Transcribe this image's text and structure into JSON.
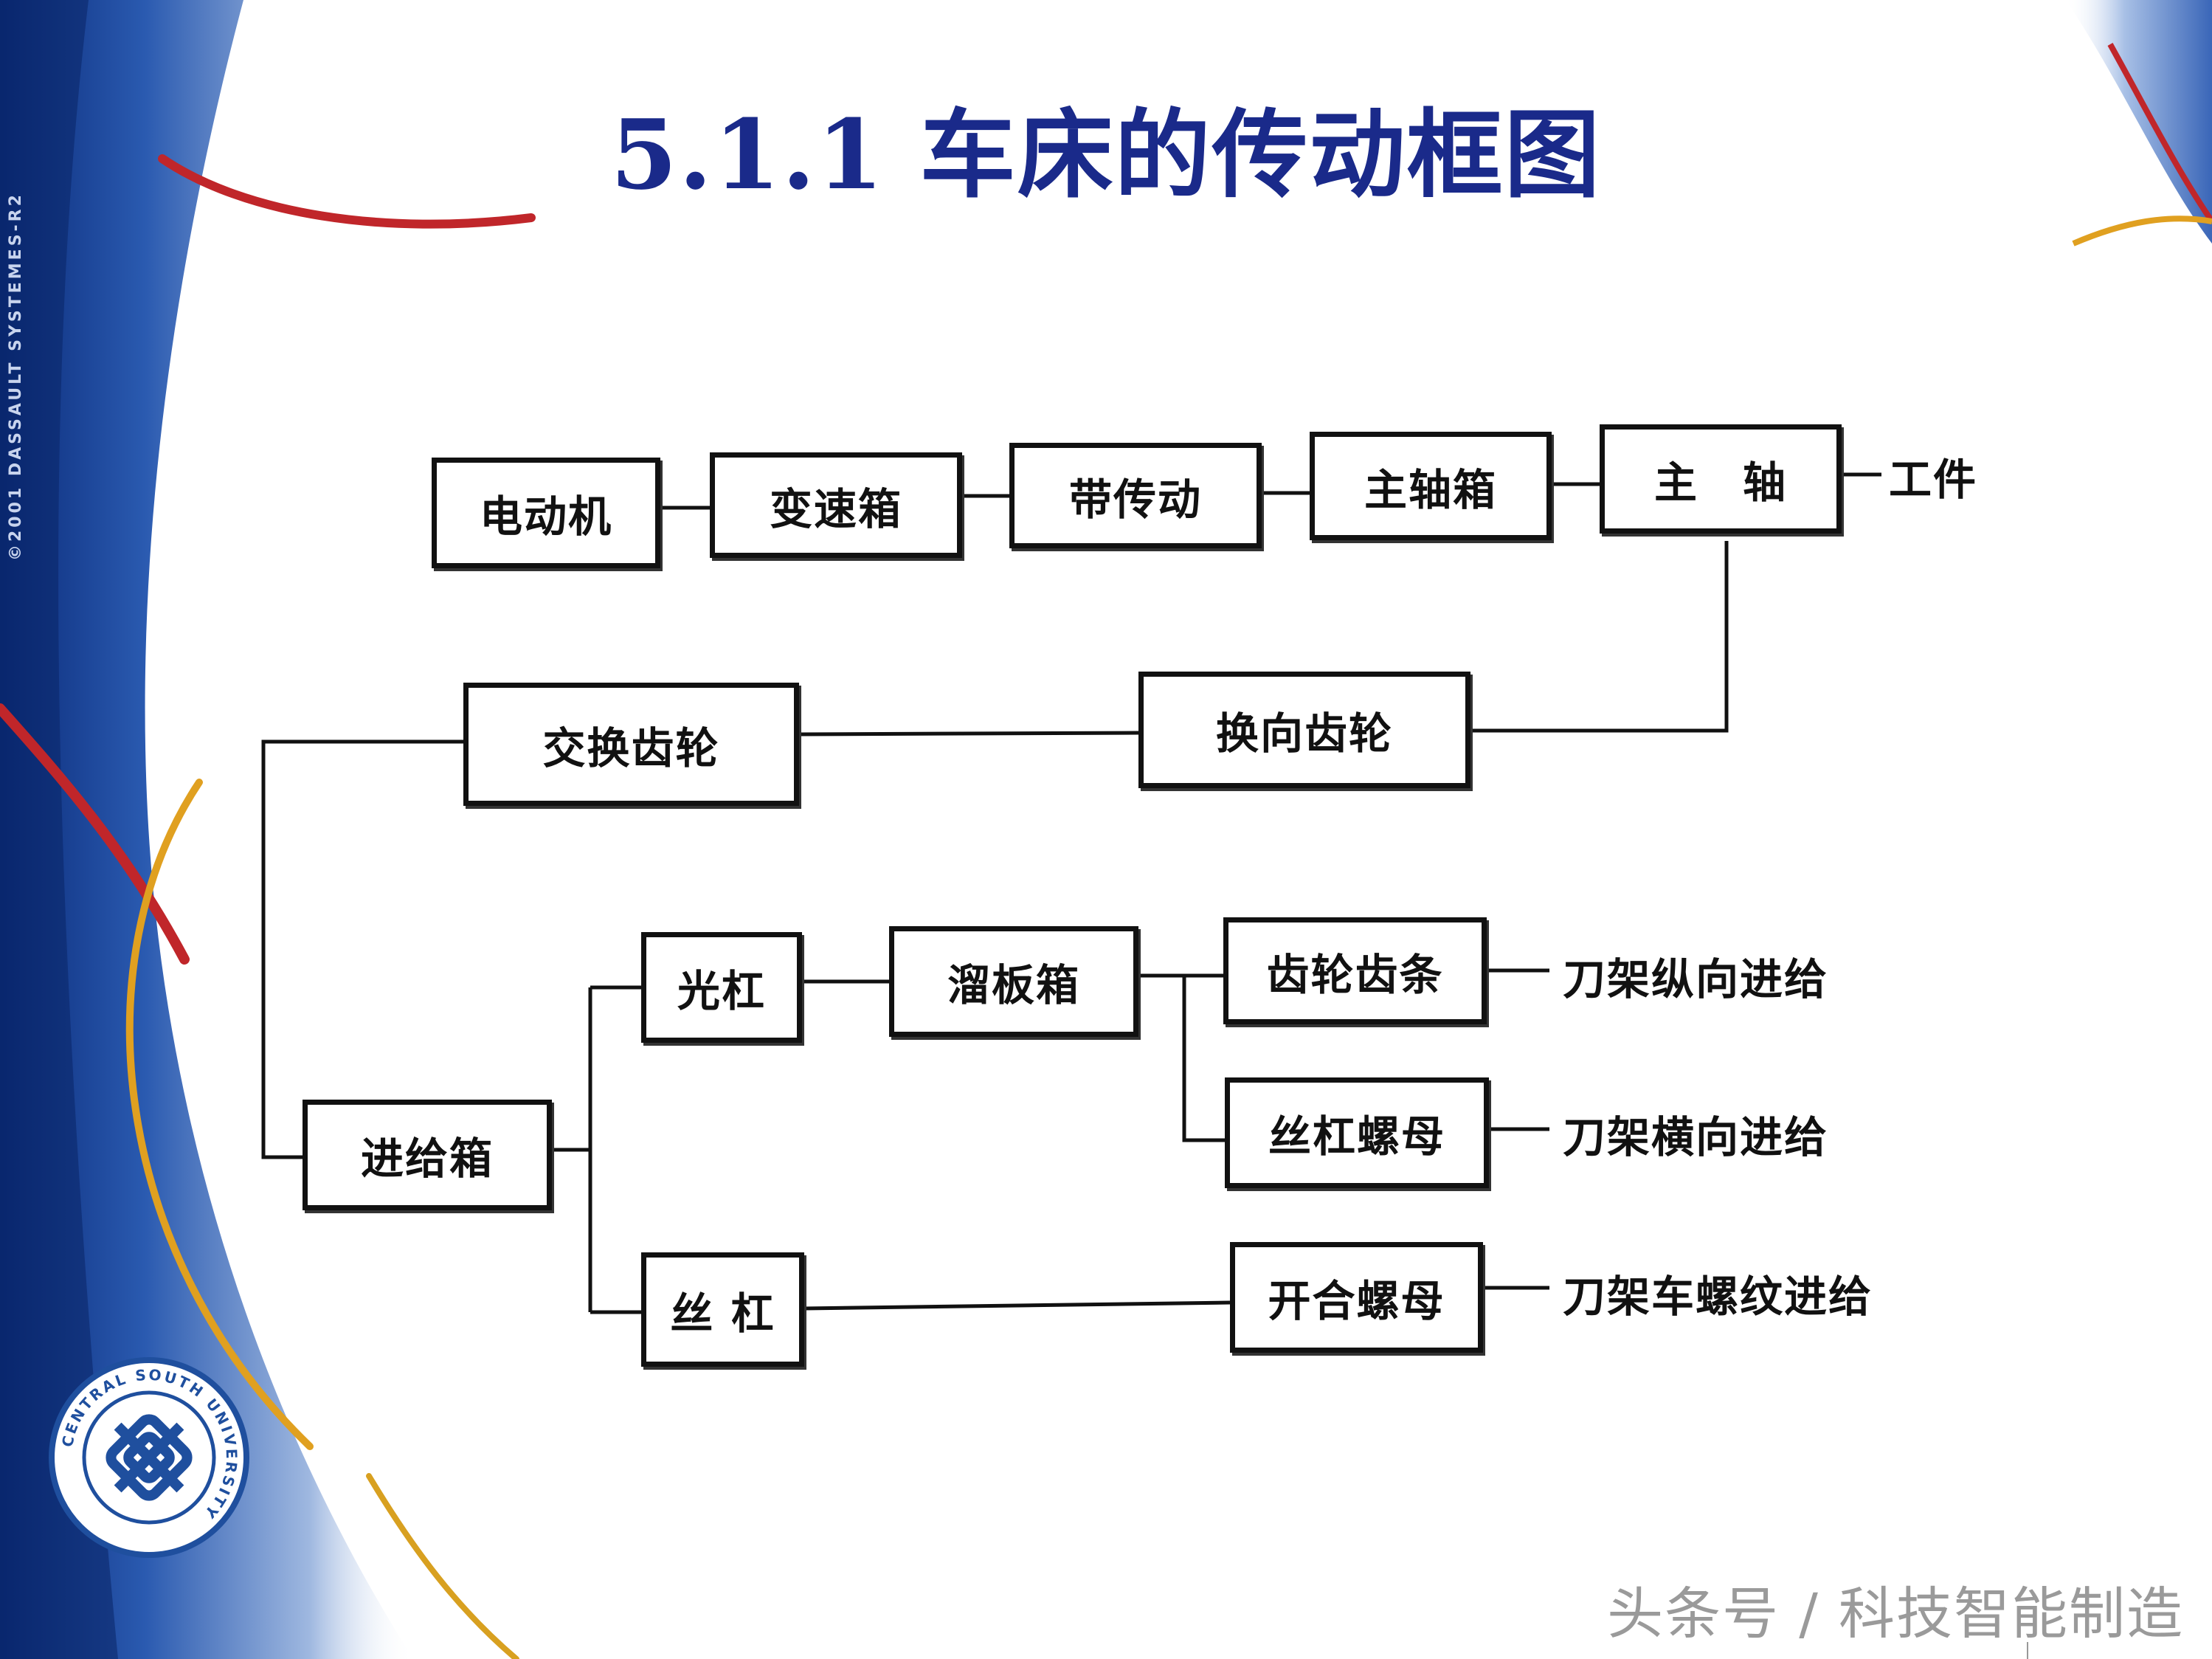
{
  "slide": {
    "title": "5.1.1 车床的传动框图",
    "vertical_text": "©2001 DASSAULT SYSTEMES-R2",
    "watermark": "头条号 / 科技智能制造",
    "logo": {
      "icon": "university-seal-icon",
      "ring_text": "CENTRAL SOUTH UNIVERSITY"
    }
  },
  "diagram": {
    "nodes": [
      {
        "id": "motor",
        "label": "电动机"
      },
      {
        "id": "gearbox",
        "label": "变速箱"
      },
      {
        "id": "belt",
        "label": "带传动"
      },
      {
        "id": "headstock",
        "label": "主轴箱"
      },
      {
        "id": "spindle",
        "label": "主　轴"
      },
      {
        "id": "reversing",
        "label": "换向齿轮"
      },
      {
        "id": "change_gear",
        "label": "交换齿轮"
      },
      {
        "id": "feed_box",
        "label": "进给箱"
      },
      {
        "id": "feed_rod",
        "label": "光杠"
      },
      {
        "id": "apron",
        "label": "溜板箱"
      },
      {
        "id": "rack_pinion",
        "label": "齿轮齿条"
      },
      {
        "id": "screw_nut",
        "label": "丝杠螺母"
      },
      {
        "id": "lead_screw",
        "label": "丝 杠"
      },
      {
        "id": "split_nut",
        "label": "开合螺母"
      }
    ],
    "outputs": [
      {
        "id": "workpiece",
        "label": "工件"
      },
      {
        "id": "long_feed",
        "label": "刀架纵向进给"
      },
      {
        "id": "cross_feed",
        "label": "刀架横向进给"
      },
      {
        "id": "thread_feed",
        "label": "刀架车螺纹进给"
      }
    ],
    "connections": [
      [
        "motor",
        "gearbox"
      ],
      [
        "gearbox",
        "belt"
      ],
      [
        "belt",
        "headstock"
      ],
      [
        "headstock",
        "spindle"
      ],
      [
        "spindle",
        "workpiece"
      ],
      [
        "spindle",
        "reversing"
      ],
      [
        "reversing",
        "change_gear"
      ],
      [
        "change_gear",
        "feed_box"
      ],
      [
        "feed_box",
        "feed_rod"
      ],
      [
        "feed_box",
        "lead_screw"
      ],
      [
        "feed_rod",
        "apron"
      ],
      [
        "apron",
        "rack_pinion"
      ],
      [
        "apron",
        "screw_nut"
      ],
      [
        "rack_pinion",
        "long_feed"
      ],
      [
        "screw_nut",
        "cross_feed"
      ],
      [
        "lead_screw",
        "split_nut"
      ],
      [
        "split_nut",
        "thread_feed"
      ]
    ]
  }
}
